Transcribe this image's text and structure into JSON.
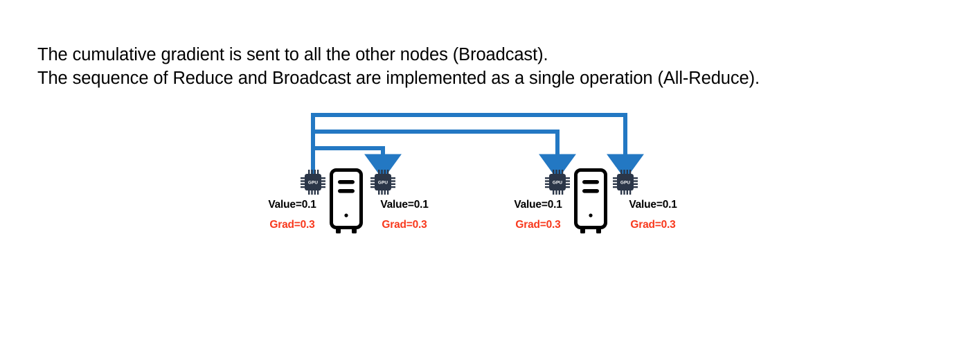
{
  "caption": {
    "line1": "The cumulative gradient is sent to all the other nodes (Broadcast).",
    "line2": "The sequence of Reduce and Broadcast are implemented as a single operation (All-Reduce)."
  },
  "colors": {
    "arrow_blue": "#2378c3",
    "grad_red": "#f8381c",
    "value_black": "#000000",
    "chip_navy": "#2b3648",
    "background": "#ffffff"
  },
  "diagram": {
    "type": "all-reduce-broadcast",
    "source_node_index": 0,
    "gpu_chip_label": "GPU",
    "nodes": [
      {
        "id": "node-1-gpu-left",
        "gpu_label": "GPU",
        "value_label": "Value=0.1",
        "grad_label": "Grad=0.3",
        "value": 0.1,
        "grad": 0.3,
        "is_broadcast_source": true,
        "receives_arrow": false
      },
      {
        "id": "node-1-gpu-right",
        "gpu_label": "GPU",
        "value_label": "Value=0.1",
        "grad_label": "Grad=0.3",
        "value": 0.1,
        "grad": 0.3,
        "is_broadcast_source": false,
        "receives_arrow": true
      },
      {
        "id": "node-2-gpu-left",
        "gpu_label": "GPU",
        "value_label": "Value=0.1",
        "grad_label": "Grad=0.3",
        "value": 0.1,
        "grad": 0.3,
        "is_broadcast_source": false,
        "receives_arrow": true
      },
      {
        "id": "node-2-gpu-right",
        "gpu_label": "GPU",
        "value_label": "Value=0.1",
        "grad_label": "Grad=0.3",
        "value": 0.1,
        "grad": 0.3,
        "is_broadcast_source": false,
        "receives_arrow": true
      }
    ],
    "servers": [
      {
        "id": "server-tower-1"
      },
      {
        "id": "server-tower-2"
      }
    ],
    "arrows": [
      {
        "id": "broadcast-arrow-to-node-2-gpu-right",
        "from": "node-1-gpu-left",
        "to": "node-2-gpu-right"
      },
      {
        "id": "broadcast-arrow-to-node-2-gpu-left",
        "from": "node-1-gpu-left",
        "to": "node-2-gpu-left"
      },
      {
        "id": "broadcast-arrow-to-node-1-gpu-right",
        "from": "node-1-gpu-left",
        "to": "node-1-gpu-right"
      }
    ]
  }
}
